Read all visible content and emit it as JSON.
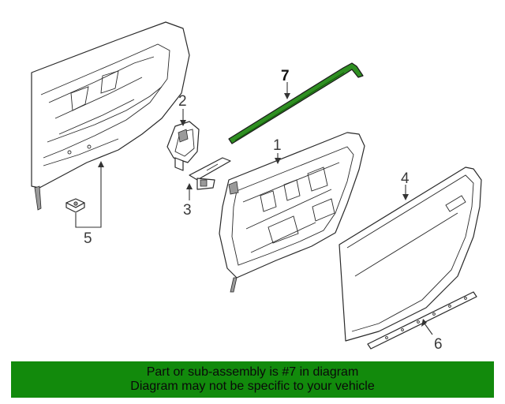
{
  "callouts": {
    "c1": "1",
    "c2": "2",
    "c3": "3",
    "c4": "4",
    "c5": "5",
    "c6": "6",
    "c7": "7"
  },
  "highlight": {
    "part": "7",
    "color": "#128a0c"
  },
  "banner": {
    "line1": "Part or sub-assembly is #7 in diagram",
    "line2": "Diagram may not be specific to your vehicle",
    "color": "#128a0c"
  }
}
